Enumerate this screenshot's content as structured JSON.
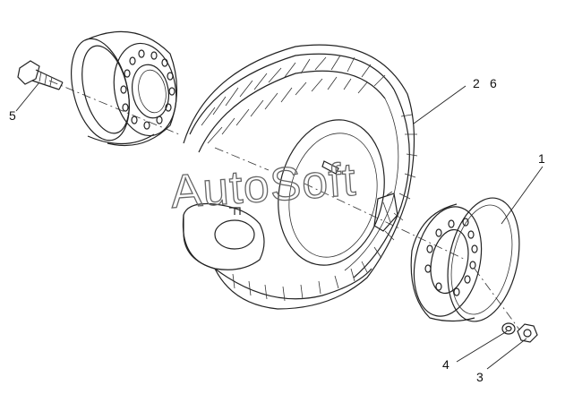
{
  "callouts": [
    {
      "id": "1",
      "text": "1"
    },
    {
      "id": "2",
      "text": "2"
    },
    {
      "id": "6",
      "text": "6"
    },
    {
      "id": "3",
      "text": "3"
    },
    {
      "id": "4",
      "text": "4"
    },
    {
      "id": "5",
      "text": "5"
    }
  ],
  "watermark": "AutoSoft"
}
